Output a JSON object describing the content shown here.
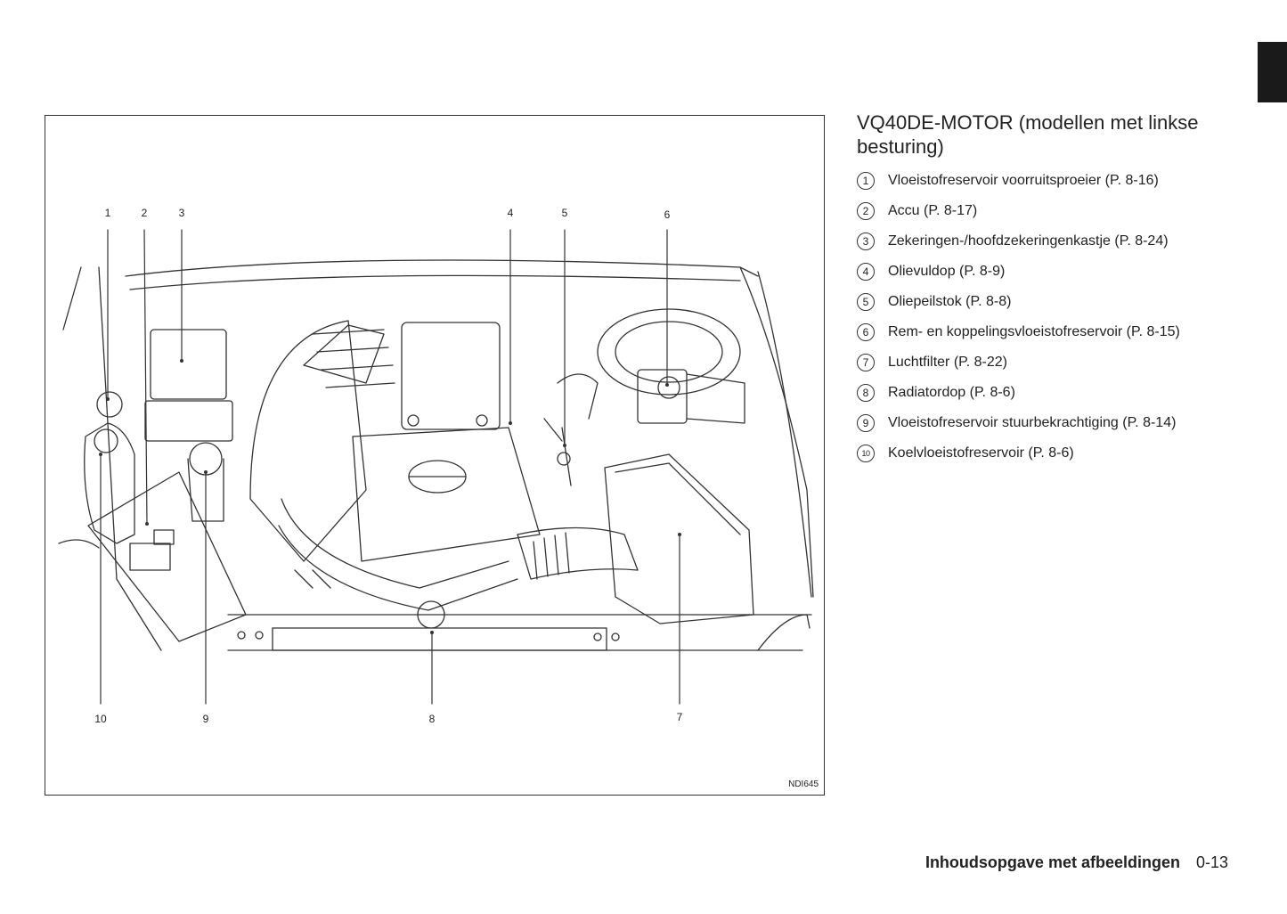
{
  "figure": {
    "code": "NDI645",
    "callouts": [
      "1",
      "2",
      "3",
      "4",
      "5",
      "6",
      "7",
      "8",
      "9",
      "10"
    ]
  },
  "section": {
    "title": "VQ40DE-MOTOR (modellen met linkse besturing)",
    "items": [
      {
        "num": "1",
        "text": "Vloeistofreservoir voorruitsproeier (P. 8-16)"
      },
      {
        "num": "2",
        "text": "Accu (P. 8-17)"
      },
      {
        "num": "3",
        "text": "Zekeringen-/hoofdzekeringenkastje (P. 8-24)"
      },
      {
        "num": "4",
        "text": "Olievuldop (P. 8-9)"
      },
      {
        "num": "5",
        "text": "Oliepeilstok (P. 8-8)"
      },
      {
        "num": "6",
        "text": "Rem- en koppelingsvloeistofreservoir (P. 8-15)"
      },
      {
        "num": "7",
        "text": "Luchtfilter (P. 8-22)"
      },
      {
        "num": "8",
        "text": "Radiatordop (P. 8-6)"
      },
      {
        "num": "9",
        "text": "Vloeistofreservoir stuurbekrachtiging (P. 8-14)"
      },
      {
        "num": "10",
        "text": "Koelvloeistofreservoir (P. 8-6)"
      }
    ]
  },
  "footer": {
    "title": "Inhoudsopgave met afbeeldingen",
    "page": "0-13"
  }
}
